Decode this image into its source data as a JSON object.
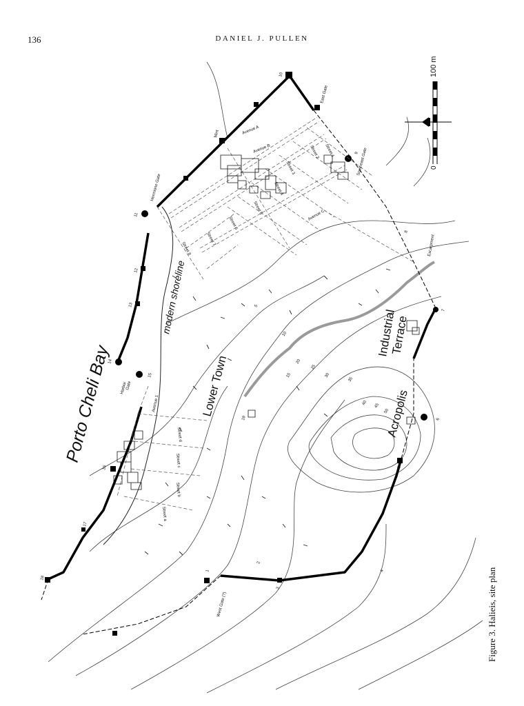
{
  "page": {
    "number": "136",
    "running_head": "DANIEL J. PULLEN"
  },
  "caption": "Figure 3. Halieis, site plan",
  "labels": {
    "bay": "Porto Cheli Bay",
    "lower_town": "Lower Town",
    "acropolis": "Acropolis",
    "industrial": "Industrial",
    "terrace": "Terrace",
    "shoreline": "modern shoreline",
    "escarpment": "Escarpment",
    "mint": "Mint",
    "hermione_gate": "Hermione Gate",
    "east_gate": "East Gate",
    "southeast_gate": "Southeast Gate",
    "harbor": "Harbor",
    "gate": "Gate",
    "west_gate": "West Gate (?)"
  },
  "streets": {
    "avenue_a": "Avenue A",
    "avenue_b": "Avenue B",
    "avenue_c": "Avenue C",
    "avenue_1": "Avenue 1",
    "street_1": "Street 1",
    "street_2": "Street 2",
    "street_3": "Street 3",
    "street_4": "Street 4",
    "street_5": "Street 5",
    "street_6": "Street 6",
    "street_7": "Street 7",
    "street_8": "Street 8",
    "street_a": "Street a",
    "street_b": "Street b",
    "street_c": "Street c",
    "street_d": "Street d"
  },
  "tower_numbers": [
    "1",
    "2",
    "3",
    "4",
    "5",
    "6",
    "7",
    "8",
    "9",
    "10",
    "11",
    "12",
    "13",
    "14",
    "15",
    "16",
    "17",
    "18",
    "19"
  ],
  "contours": [
    "5",
    "10",
    "15",
    "20",
    "25",
    "30",
    "35",
    "40",
    "45",
    "50"
  ],
  "scale": {
    "start": "0",
    "end": "100 m"
  },
  "colors": {
    "ink": "#111111",
    "paper": "#ffffff",
    "escarpment": "#9a9a9a"
  }
}
